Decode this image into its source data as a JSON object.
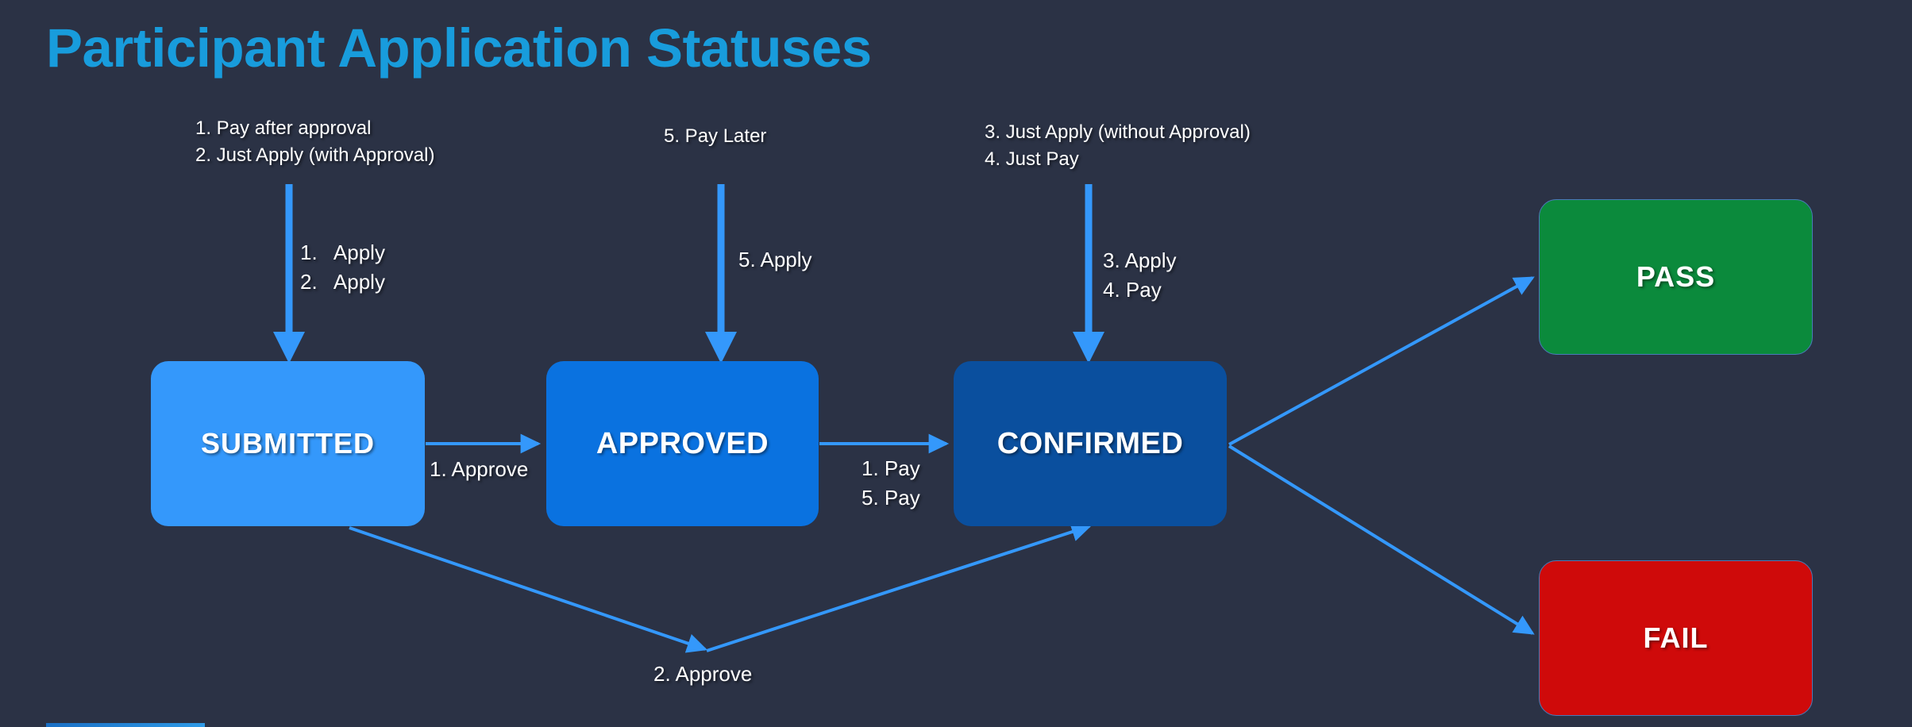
{
  "slide": {
    "title": "Participant Application Statuses",
    "background_color": "#2b3245",
    "title_color": "#189cdc",
    "arrow_color": "#3498fb"
  },
  "statuses": [
    {
      "key": "submitted",
      "label": "SUBMITTED",
      "color": "#3498fb"
    },
    {
      "key": "approved",
      "label": "APPROVED",
      "color": "#0a72e0"
    },
    {
      "key": "confirmed",
      "label": "CONFIRMED",
      "color": "#0a4f9e"
    },
    {
      "key": "pass",
      "label": "PASS",
      "color": "#0b8a3c"
    },
    {
      "key": "fail",
      "label": "FAIL",
      "color": "#cf0a0a"
    }
  ],
  "scenarios": {
    "group_1": "1. Pay after approval\n2. Just Apply (with Approval)",
    "group_2": "5. Pay Later",
    "group_3": "3. Just Apply (without Approval)\n4. Just Pay"
  },
  "transitions": {
    "entry_submitted": "1.   Apply\n2.   Apply",
    "entry_approved": "5. Apply",
    "entry_confirmed": "3. Apply\n4. Pay",
    "submitted_to_approved": "1. Approve",
    "approved_to_confirmed": "1. Pay\n5. Pay",
    "submitted_to_confirmed": "2. Approve"
  }
}
